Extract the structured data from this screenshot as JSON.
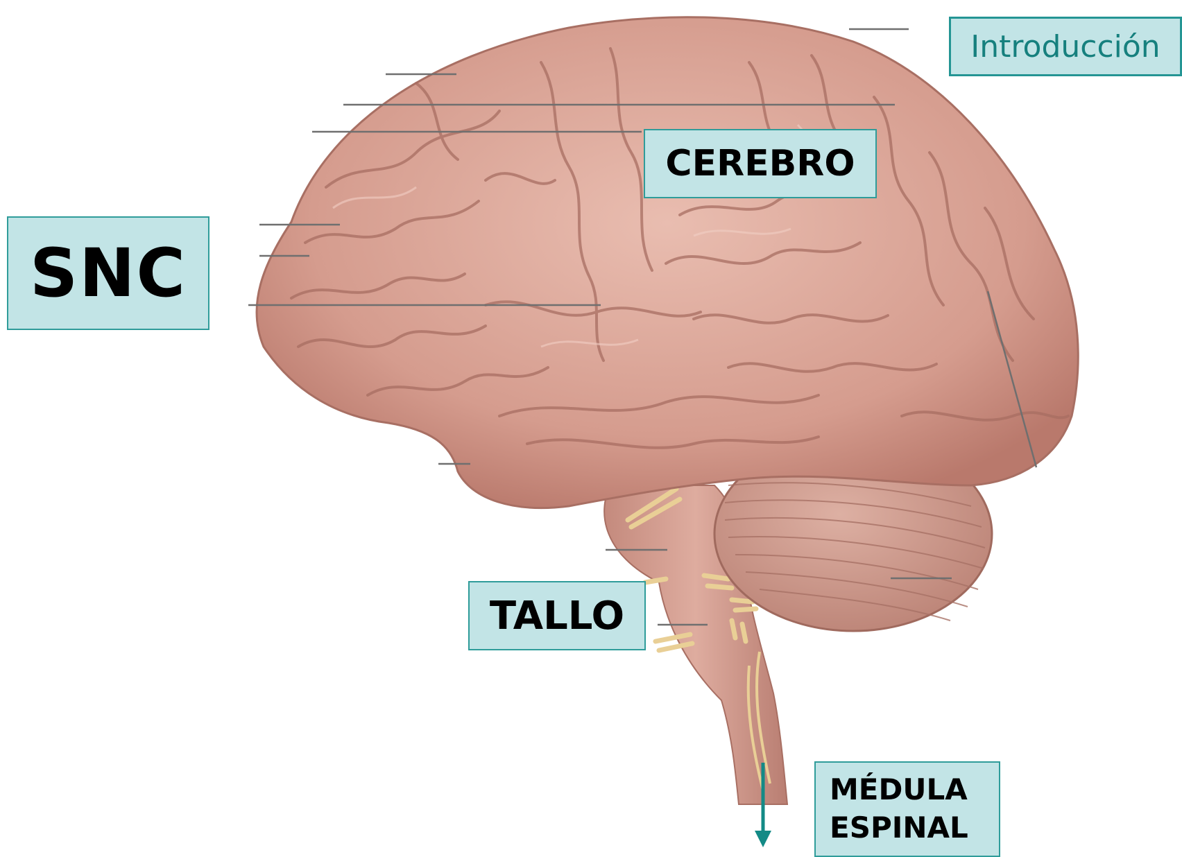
{
  "labels": {
    "intro": "Introducción",
    "snc": "SNC",
    "cerebro": "CEREBRO",
    "tallo": "TALLO",
    "medula_line1": "MÉDULA",
    "medula_line2": "ESPINAL"
  },
  "colors": {
    "label_fill": "#c2e4e6",
    "label_border": "#2f9c9a",
    "arrow": "#138a86",
    "brain": "#d9a597",
    "brain_dark": "#b97f73"
  }
}
